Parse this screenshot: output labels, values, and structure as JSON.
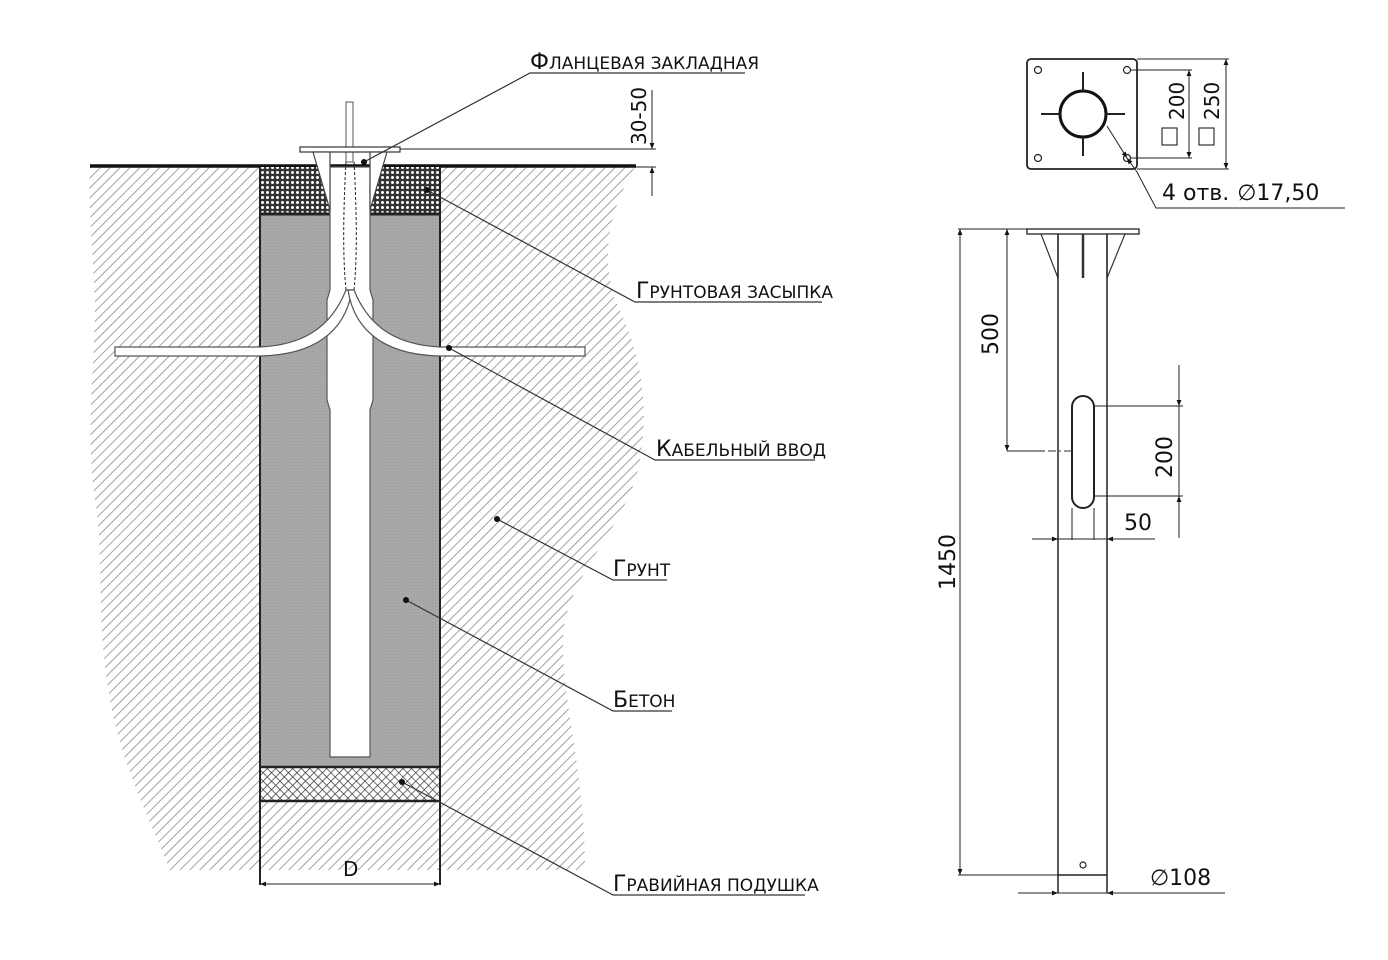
{
  "drawing": {
    "section_view": {
      "labels": {
        "flange_embed": {
          "first": "Ф",
          "rest": "ЛАНЦЕВАЯ ЗАКЛАДНАЯ"
        },
        "soil_backfill": {
          "first": "Г",
          "rest": "РУНТОВАЯ ЗАСЫПКА"
        },
        "cable_entry": {
          "first": "К",
          "rest": "АБЕЛЬНЫЙ ВВОД"
        },
        "soil": {
          "first": "Г",
          "rest": "РУНТ"
        },
        "concrete": {
          "first": "Б",
          "rest": "ЕТОН"
        },
        "gravel_cushion": {
          "first": "Г",
          "rest": "РАВИЙНАЯ ПОДУШКА"
        }
      },
      "dimensions": {
        "flange_height": "30-50",
        "pit_diameter": "D"
      }
    },
    "flange_plan_view": {
      "dimensions": {
        "hole_spacing": "200",
        "plate_size": "250",
        "square_symbol": "□",
        "holes_callout": "4 отв. ∅17,50",
        "holes_count_text": "4 отв.",
        "hole_diameter": "17,50",
        "diameter_symbol": "∅"
      }
    },
    "elevation_view": {
      "dimensions": {
        "total_length": "1450",
        "cable_opening_offset": "500",
        "cable_opening_height": "200",
        "cable_opening_width": "50",
        "pipe_diameter": "108",
        "diameter_symbol": "∅"
      }
    },
    "colors": {
      "line": "#222222",
      "concrete_fill": "#a8a8a8",
      "hatch": "#8a8a8a",
      "background": "#ffffff"
    }
  }
}
